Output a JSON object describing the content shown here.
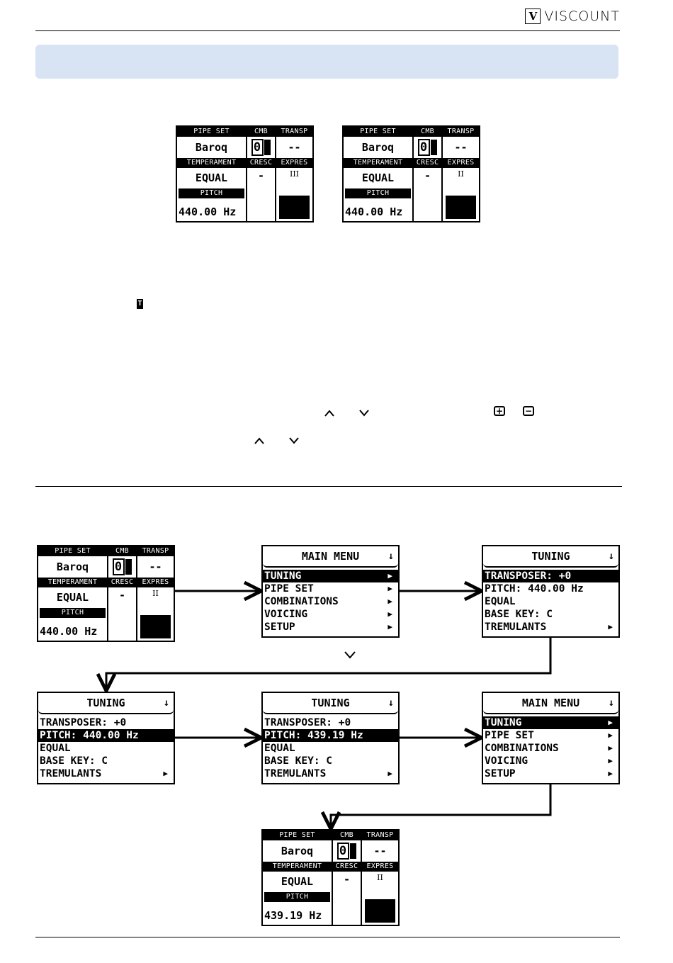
{
  "brand": {
    "mark": "V",
    "name": "VISCOUNT"
  },
  "lcd_labels": {
    "pipe_set": "PIPE SET",
    "cmb": "CMB",
    "transp": "TRANSP",
    "temperament": "TEMPERAMENT",
    "cresc": "CRESC",
    "expres": "EXPRES",
    "pitch": "PITCH"
  },
  "display_a": {
    "pipe_set": "Baroq",
    "cmb": "0",
    "transp": "--",
    "temperament": "EQUAL",
    "cresc": "-",
    "expres": "III",
    "pitch": "440.00 Hz"
  },
  "display_b": {
    "pipe_set": "Baroq",
    "cmb": "0",
    "transp": "--",
    "temperament": "EQUAL",
    "cresc": "-",
    "expres": "II",
    "pitch": "440.00 Hz"
  },
  "display_c": {
    "pipe_set": "Baroq",
    "cmb": "0",
    "transp": "--",
    "temperament": "EQUAL",
    "cresc": "-",
    "expres": "II",
    "pitch": "440.00 Hz"
  },
  "display_d": {
    "pipe_set": "Baroq",
    "cmb": "0",
    "transp": "--",
    "temperament": "EQUAL",
    "cresc": "-",
    "expres": "II",
    "pitch": "439.19 Hz"
  },
  "main_menu": {
    "title": "MAIN MENU",
    "items": [
      "TUNING",
      "PIPE SET",
      "COMBINATIONS",
      "VOICING",
      "SETUP"
    ]
  },
  "tuning_1": {
    "title": "TUNING",
    "items": [
      "TRANSPOSER: +0",
      "PITCH: 440.00 Hz",
      "EQUAL",
      "BASE KEY: C",
      "TREMULANTS"
    ]
  },
  "tuning_2": {
    "title": "TUNING",
    "items": [
      "TRANSPOSER: +0",
      "PITCH: 440.00 Hz",
      "EQUAL",
      "BASE KEY: C",
      "TREMULANTS"
    ]
  },
  "tuning_3": {
    "title": "TUNING",
    "items": [
      "TRANSPOSER: +0",
      "PITCH: 439.19 Hz",
      "EQUAL",
      "BASE KEY: C",
      "TREMULANTS"
    ]
  },
  "glyphs": {
    "t_button": "T",
    "up": "⌃",
    "down": "⌄",
    "plus": "+",
    "minus": "−",
    "scroll": "↓",
    "submenu": "▶"
  }
}
